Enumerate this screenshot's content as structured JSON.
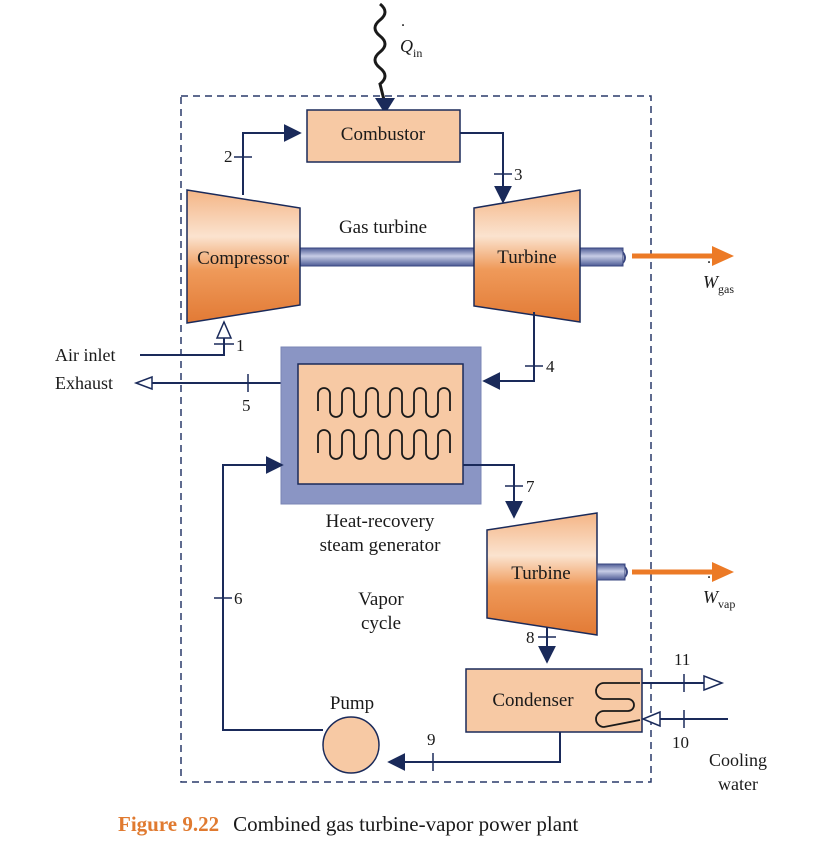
{
  "figure": {
    "label": "Figure 9.22",
    "title": "Combined gas turbine-vapor power plant"
  },
  "components": {
    "combustor": "Combustor",
    "compressor": "Compressor",
    "gas_turbine_shaft": "Gas turbine",
    "gas_turbine": "Turbine",
    "hrsg_line1": "Heat-recovery",
    "hrsg_line2": "steam generator",
    "vapor_turbine": "Turbine",
    "condenser": "Condenser",
    "pump": "Pump",
    "vapor_cycle_line1": "Vapor",
    "vapor_cycle_line2": "cycle"
  },
  "streams": {
    "air_inlet": "Air inlet",
    "exhaust": "Exhaust",
    "cooling_water_line1": "Cooling",
    "cooling_water_line2": "water"
  },
  "quantities": {
    "q_in_symbol": "Q",
    "q_in_sub": "in",
    "w_gas_symbol": "W",
    "w_gas_sub": "gas",
    "w_vap_symbol": "W",
    "w_vap_sub": "vap"
  },
  "states": [
    "1",
    "2",
    "3",
    "4",
    "5",
    "6",
    "7",
    "8",
    "9",
    "10",
    "11"
  ],
  "colors": {
    "component_fill": "#f7c9a4",
    "machine_fill": "#ef9a5a",
    "hrsg_frame": "#8a95c4",
    "shaft": "#6d7ab0",
    "work_arrow": "#ec7a26",
    "flow_line": "#1a2a5a",
    "caption_accent": "#e07a30"
  }
}
